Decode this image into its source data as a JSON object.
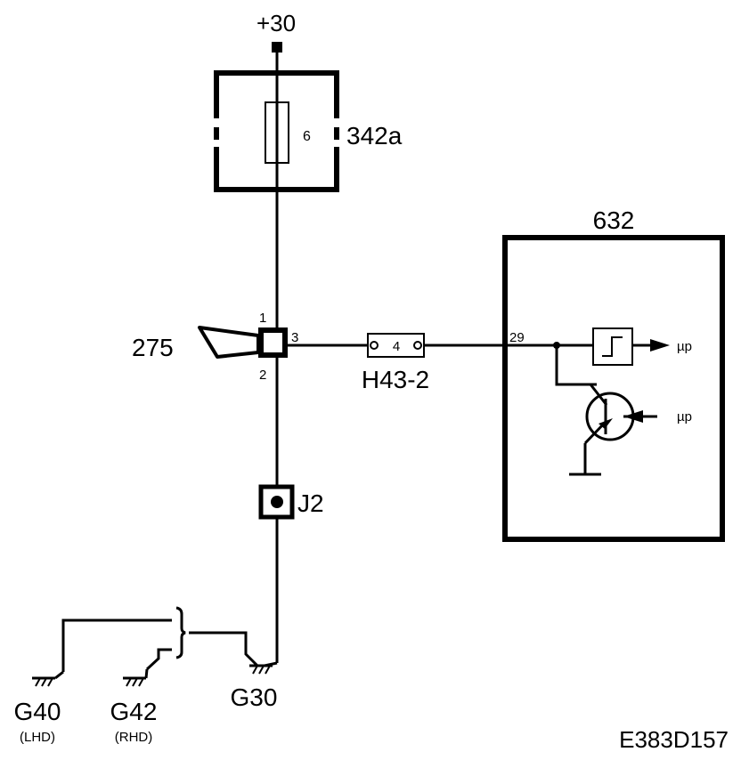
{
  "power": {
    "label": "+30"
  },
  "fuse_box": {
    "id": "342a",
    "fuse_number": "6"
  },
  "switch": {
    "id": "275",
    "pin_1": "1",
    "pin_2": "2",
    "pin_3": "3"
  },
  "connector": {
    "id": "H43-2",
    "pin": "4"
  },
  "splice": {
    "id": "J2"
  },
  "module": {
    "id": "632",
    "pin": "29",
    "output_label": "µp",
    "input_label": "µp"
  },
  "grounds": [
    {
      "id": "G40",
      "note": "(LHD)"
    },
    {
      "id": "G42",
      "note": "(RHD)"
    },
    {
      "id": "G30",
      "note": ""
    }
  ],
  "figure_code": "E383D157",
  "colors": {
    "ink": "#000000",
    "background": "#ffffff"
  }
}
